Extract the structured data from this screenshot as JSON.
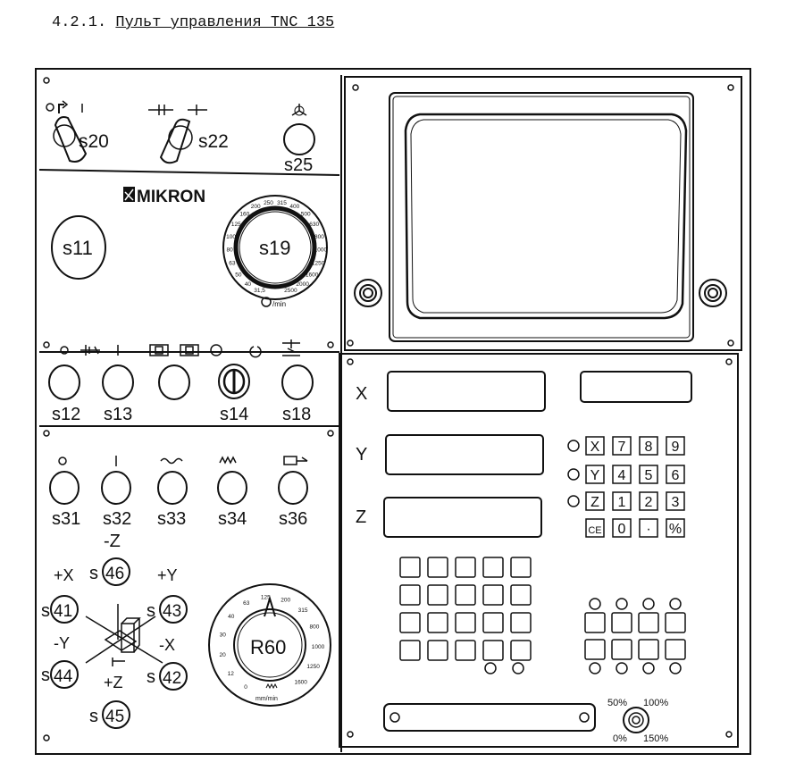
{
  "heading": {
    "number": "4.2.1.",
    "title": "Пульт управления TNC 135"
  },
  "top_row": {
    "s20": {
      "label": "s20",
      "pos_left": "0",
      "pos_right": "I"
    },
    "s22": {
      "label": "s22"
    },
    "s25": {
      "label": "s25"
    }
  },
  "brand": "MIKRON",
  "s11": "s11",
  "s19": {
    "label": "s19",
    "unit": "/min",
    "scale": [
      "31,5",
      "40",
      "50",
      "63",
      "80",
      "100",
      "125",
      "160",
      "200",
      "250",
      "315",
      "400",
      "500",
      "630",
      "800",
      "1000",
      "1250",
      "1600",
      "2000",
      "2500"
    ]
  },
  "spindle_row": {
    "top": [
      "0",
      "I"
    ],
    "labels": [
      "s12",
      "s13",
      "s14",
      "s18"
    ]
  },
  "coolant_row": {
    "top": [
      "0",
      "I"
    ],
    "labels": [
      "s31",
      "s32",
      "s33",
      "s34",
      "s36"
    ],
    "sub": "-Z"
  },
  "jog": {
    "px": "+X",
    "s46": "46",
    "py": "+Y",
    "s41": "41",
    "s43": "43",
    "my": "-Y",
    "mx": "-X",
    "s44": "44",
    "pz": "+Z",
    "s42": "42",
    "s45": "45",
    "s_prefix": "s"
  },
  "feed_dial": {
    "label": "R60",
    "unit": "mm/min",
    "scale": [
      "0",
      "12",
      "20",
      "30",
      "40",
      "63",
      "125",
      "200",
      "315",
      "800",
      "1000",
      "1250",
      "1600"
    ]
  },
  "axes": [
    "X",
    "Y",
    "Z"
  ],
  "keypad": [
    [
      "X",
      "7",
      "8",
      "9"
    ],
    [
      "Y",
      "4",
      "5",
      "6"
    ],
    [
      "Z",
      "1",
      "2",
      "3"
    ],
    [
      "CE",
      "0",
      "·",
      "%"
    ]
  ],
  "override": {
    "p50": "50%",
    "p100": "100%",
    "p0": "0%",
    "p150": "150%"
  }
}
